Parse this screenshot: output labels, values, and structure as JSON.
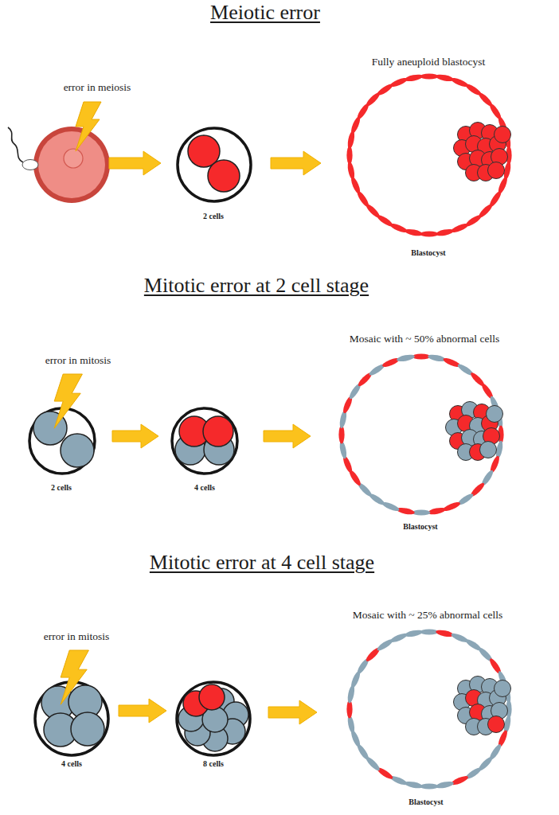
{
  "diagram": {
    "nodes": [
      {
        "text": [
          "error in meiosis"
        ]
      },
      {
        "text": [
          "2 cells"
        ]
      },
      {
        "text": [
          "Fully aneuploid blastocyst",
          "Blastocyst"
        ]
      },
      {
        "text": [
          "error in mitosis",
          "2 cells"
        ]
      },
      {
        "text": [
          "4 cells"
        ]
      },
      {
        "text": [
          "Mosaic with ~ 50% abnormal cells",
          "Blastocyst"
        ]
      },
      {
        "text": [
          "error in mitosis",
          "4 cells"
        ]
      },
      {
        "text": [
          "8 cells"
        ]
      },
      {
        "text": [
          "Mosaic with ~ 25% abnormal cells",
          "Blastocyst"
        ]
      }
    ],
    "edges": [
      {
        "from": 0,
        "to": 1,
        "arrow": "to"
      },
      {
        "from": 1,
        "to": 2,
        "arrow": "to"
      },
      {
        "from": 3,
        "to": 4,
        "arrow": "to"
      },
      {
        "from": 4,
        "to": 5,
        "arrow": "to"
      },
      {
        "from": 6,
        "to": 7,
        "arrow": "to"
      },
      {
        "from": 7,
        "to": 8,
        "arrow": "to"
      }
    ],
    "labels": [
      "Meiotic error",
      "Mitotic error at 2 cell stage",
      "Mitotic error at 4 cell stage"
    ]
  }
}
